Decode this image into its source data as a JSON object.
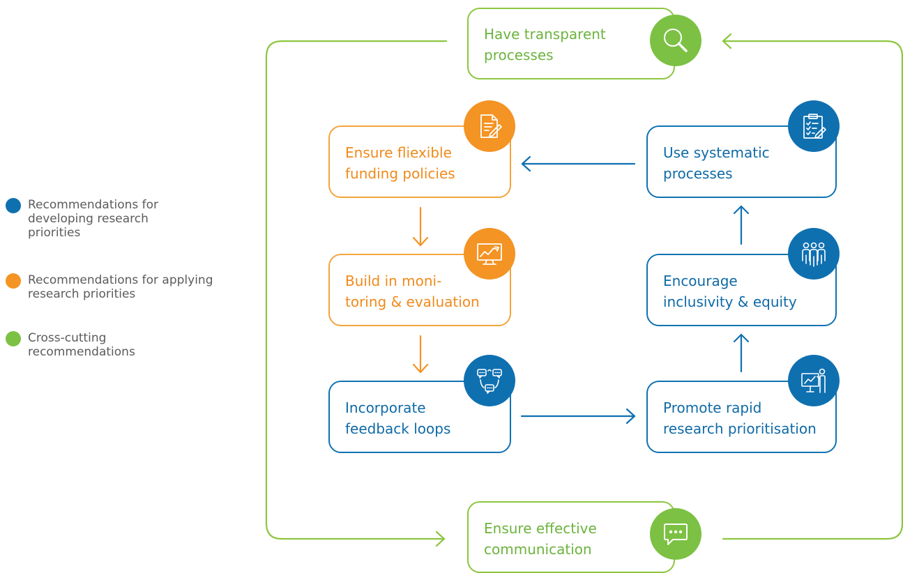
{
  "legend": [
    {
      "label": "Recommendations for developing research priorities",
      "color": "#0f70b0"
    },
    {
      "label": "Recommendations for applying research priorities",
      "color": "#f39424"
    },
    {
      "label": "Cross-cutting recommendations",
      "color": "#7cc143"
    }
  ],
  "nodes": {
    "transparent": {
      "line1": "Have transparent",
      "line2": "processes",
      "icon": "magnifier-icon",
      "category": "cross-cutting"
    },
    "funding": {
      "line1": "Ensure fliexible",
      "line2": "funding policies",
      "icon": "document-edit-icon",
      "category": "applying"
    },
    "monitoring": {
      "line1": "Build in moni-",
      "line2": "toring & evaluation",
      "icon": "monitor-chart-icon",
      "category": "applying"
    },
    "feedback": {
      "line1": "Incorporate",
      "line2": "feedback loops",
      "icon": "feedback-chat-icon",
      "category": "developing"
    },
    "systematic": {
      "line1": "Use systematic",
      "line2": "processes",
      "icon": "clipboard-checklist-icon",
      "category": "developing"
    },
    "inclusivity": {
      "line1": "Encourage",
      "line2": "inclusivity & equity",
      "icon": "group-people-icon",
      "category": "developing"
    },
    "rapid": {
      "line1": "Promote rapid",
      "line2": "research prioritisation",
      "icon": "presenter-board-icon",
      "category": "developing"
    },
    "communication": {
      "line1": "Ensure effective",
      "line2": "communication",
      "icon": "speech-bubble-icon",
      "category": "cross-cutting"
    }
  },
  "colors": {
    "blue": "#0f70b0",
    "orange": "#f39424",
    "green": "#7cc143"
  }
}
